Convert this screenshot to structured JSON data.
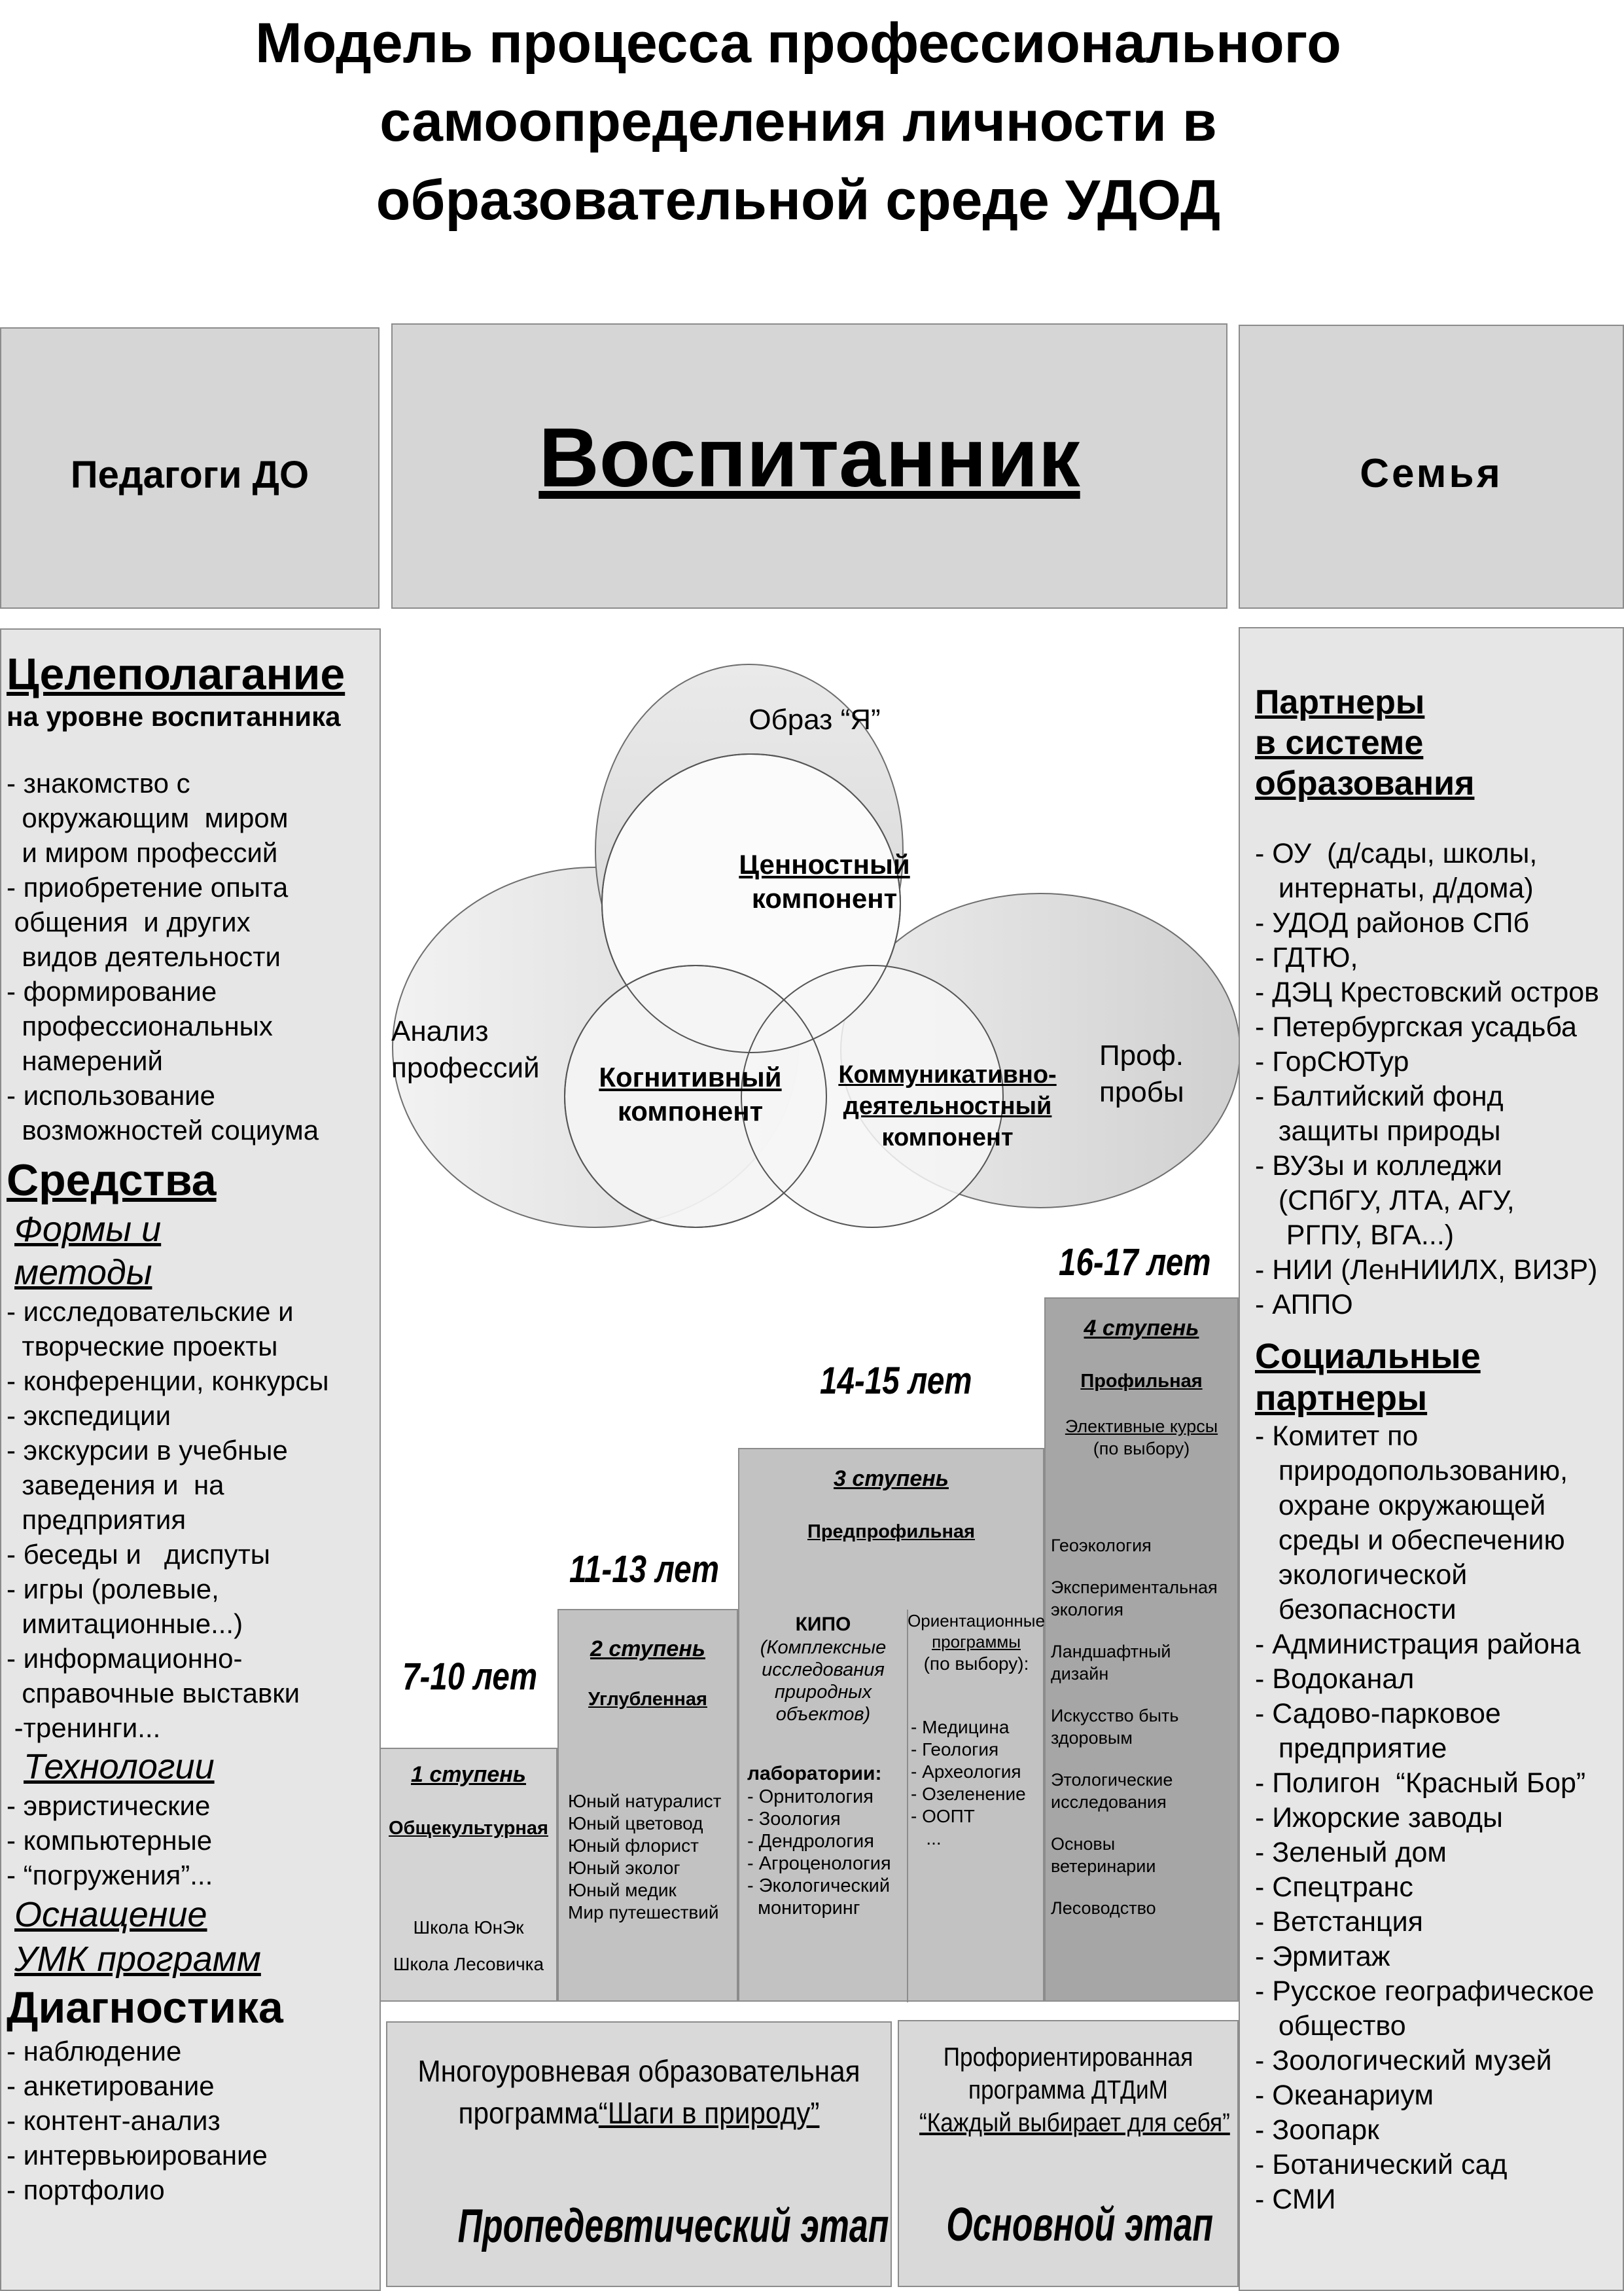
{
  "title": [
    "Модель процесса профессионального",
    "самоопределения личности в",
    "образовательной среде  УДОД"
  ],
  "top": {
    "left": "Педагоги ДО",
    "center": "Воспитанник",
    "right": "Семья"
  },
  "left_panel": {
    "goal_heading": "Целеполагание",
    "goal_subheading": "на уровне воспитанника",
    "goal_lines": [
      "- знакомство с",
      "  окружающим  миром",
      "  и миром профессий",
      "- приобретение опыта",
      " общения  и других",
      "  видов деятельности",
      "- формирование",
      "  профессиональных",
      "  намерений",
      "- использование",
      "  возможностей социума"
    ],
    "means_heading": "Средства",
    "forms_heading": [
      "Формы и",
      "методы"
    ],
    "forms_lines": [
      "- исследовательские и",
      "  творческие проекты",
      "- конференции, конкурсы",
      "- экспедиции",
      "- экскурсии в учебные",
      "  заведения и  на",
      "  предприятия",
      "- беседы и   диспуты",
      "- игры (ролевые,",
      "  имитационные...)",
      "- информационно-",
      "  справочные выставки",
      " -тренинги..."
    ],
    "tech_heading": "Технологии",
    "tech_lines": [
      "- эвристические",
      "- компьютерные",
      "- “погружения”..."
    ],
    "equip_heading": "Оснащение",
    "umk_heading": "УМК программ",
    "diag_heading": "Диагностика",
    "diag_lines": [
      "- наблюдение",
      "- анкетирование",
      "- контент-анализ",
      "- интервьюирование",
      "- портфолио"
    ]
  },
  "right_panel": {
    "partners_heading": [
      "Партнеры",
      "в системе",
      "образования"
    ],
    "partners_lines": [
      "- ОУ  (д/сады, школы,",
      "   интернаты, д/дома)",
      "- УДОД районов СПб",
      "- ГДТЮ,",
      "- ДЭЦ Крестовский остров",
      "- Петербургская усадьба",
      "- ГорСЮТур",
      "- Балтийский фонд",
      "   защиты природы",
      "- ВУЗы и колледжи",
      "   (СПбГУ, ЛТА, АГУ,",
      "    РГПУ, ВГА...)",
      "- НИИ (ЛенНИИЛХ, ВИЗР)",
      "- АППО"
    ],
    "social_heading": [
      "Социальные",
      "партнеры"
    ],
    "social_lines": [
      "- Комитет по",
      "   природопользованию,",
      "   охране окружающей",
      "   среды и обеспечению",
      "   экологической",
      "   безопасности",
      "- Администрация района",
      "- Водоканал",
      "- Садово-парковое",
      "   предприятие",
      "- Полигон  “Красный Бор”",
      "- Ижорские заводы",
      "- Зеленый дом",
      "- Спецтранс",
      "- Ветстанция",
      "- Эрмитаж",
      "- Русское географическое",
      "   общество",
      "- Зоологический музей",
      "- Океанариум",
      "- Зоопарк",
      "- Ботанический сад",
      "- СМИ"
    ]
  },
  "venn": {
    "top_outer": "Образ “Я”",
    "left_outer": [
      "Анализ",
      "профессий"
    ],
    "right_outer": [
      "Проф.",
      "пробы"
    ],
    "value": [
      "Ценностный",
      "компонент"
    ],
    "cognitive": [
      "Когнитивный",
      "компонент"
    ],
    "communicative": [
      "Коммуникативно-",
      "деятельностный",
      "компонент"
    ]
  },
  "ages": [
    "7-10 лет",
    "11-13 лет",
    "14-15 лет",
    "16-17 лет"
  ],
  "steps": [
    {
      "name": "1 ступень",
      "level": "Общекультурная",
      "items": [
        "Школа ЮнЭк",
        "Школа Лесовичка"
      ]
    },
    {
      "name": "2 ступень",
      "level": "Углубленная",
      "items": [
        "Юный натуралист",
        "Юный цветовод",
        "Юный флорист",
        "Юный эколог",
        "Юный медик",
        "Мир путешествий"
      ]
    },
    {
      "name": "3 ступень",
      "level": "Предпрофильная",
      "kipo_title": "КИПО",
      "kipo_desc": [
        "(Комплексные",
        "исследования",
        "природных",
        "объектов)"
      ],
      "labs_title": "лаборатории:",
      "labs": [
        "- Орнитология",
        "- Зоология",
        "- Дендрология",
        "- Агроценология",
        "- Экологический",
        "  мониторинг"
      ],
      "orient_title": [
        "Ориентационные",
        "программы"
      ],
      "orient_sub": "(по выбору):",
      "orient": [
        "- Медицина",
        "- Геология",
        "- Археология",
        "- Озеленение",
        "- ООПТ",
        "   ..."
      ]
    },
    {
      "name": "4 ступень",
      "level": "Профильная",
      "elective": "Элективные курсы",
      "elective_sub": "(по выбору)",
      "items": [
        "Геоэкология",
        "Экспериментальная",
        "экология",
        "Ландшафтный",
        "дизайн",
        "Искусство быть",
        "здоровым",
        "Этологические",
        "исследования",
        "Основы",
        "ветеринарии",
        "Лесоводство"
      ]
    }
  ],
  "bottom": {
    "left_text": "Многоуровневая образовательная",
    "left_text2_prefix": "программа",
    "left_text2_link": "“Шаги в природу”",
    "left_stage": "Пропедевтический этап",
    "right_text1": "Профориентированная",
    "right_text2": "программа ДТДиМ",
    "right_text3": "“Каждый выбирает для себя”",
    "right_stage": "Основной этап"
  },
  "colors": {
    "box_gray": "#d6d6d6",
    "panel_gray": "#e6e6e6",
    "stair_gray": "#c2c2c2",
    "border": "#8c8c8c"
  }
}
